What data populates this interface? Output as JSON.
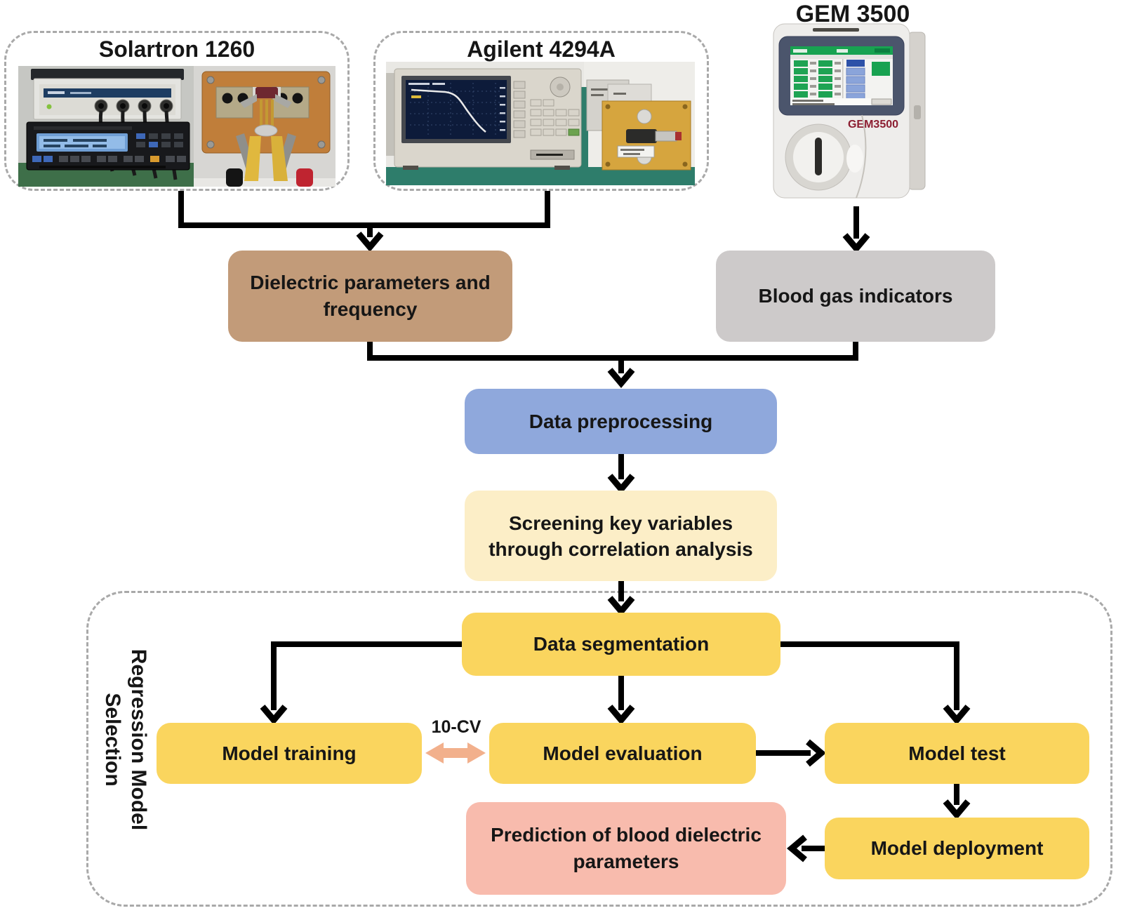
{
  "instruments": {
    "solartron": {
      "title": "Solartron 1260"
    },
    "agilent": {
      "title": "Agilent 4294A"
    },
    "gem": {
      "title": "GEM 3500",
      "device_logo": "GEM3500"
    }
  },
  "boxes": {
    "dielectric": "Dielectric parameters and frequency",
    "blood_gas": "Blood gas indicators",
    "preprocessing": "Data preprocessing",
    "screening": "Screening key variables through correlation analysis",
    "segmentation": "Data segmentation",
    "training": "Model training",
    "evaluation": "Model evaluation",
    "test": "Model test",
    "deployment": "Model deployment",
    "prediction": "Prediction of blood dielectric parameters"
  },
  "labels": {
    "cv": "10-CV",
    "container_line1": "Regression Model",
    "container_line2": "Selection"
  },
  "colors": {
    "tan": "#C29B79",
    "gray": "#CDCACA",
    "blue": "#8FA8DC",
    "cream": "#FCEEC7",
    "yellow": "#FAD55E",
    "pink": "#F8BBAD",
    "salmon": "#F2B08C",
    "line": "#000000",
    "dash_border": "#A9A9A9",
    "text": "#161616"
  }
}
